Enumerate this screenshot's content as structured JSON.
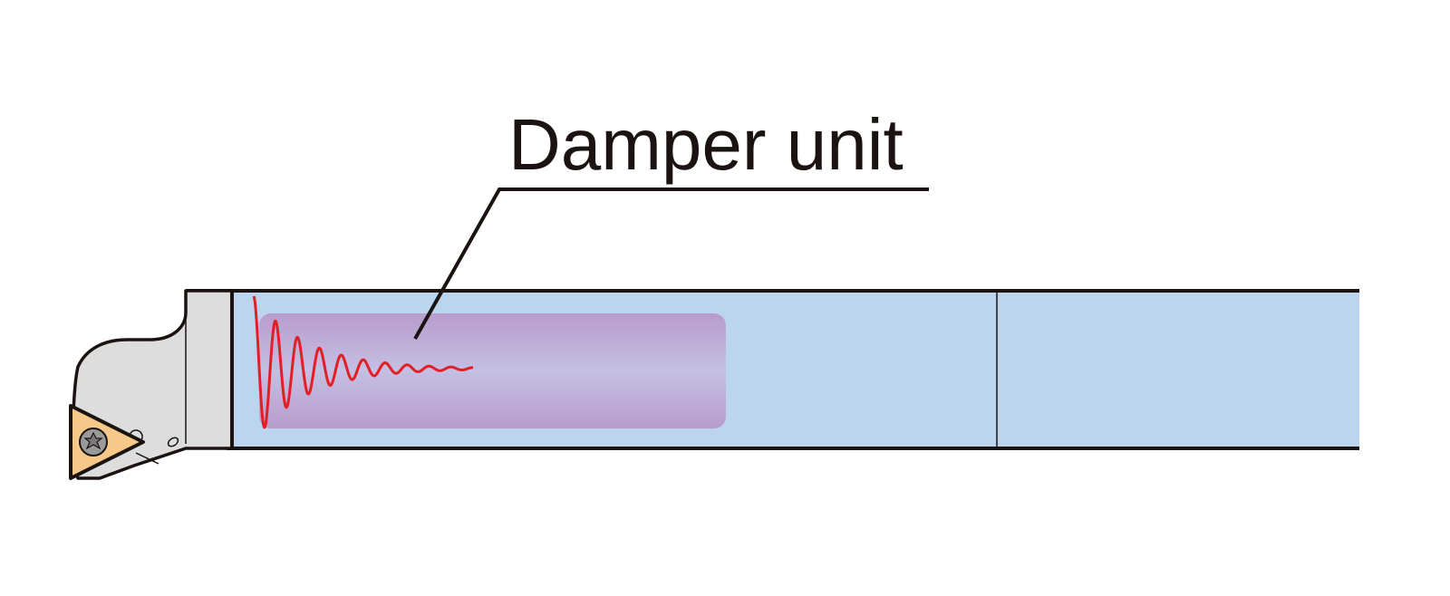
{
  "diagram": {
    "callout_label": "Damper unit",
    "components": [
      "boring-bar-shank",
      "damper-unit",
      "tool-head",
      "cutting-insert",
      "insert-clamp-screw",
      "vibration-waveform"
    ]
  },
  "colors": {
    "shank_fill": "#bcd5ee",
    "damper_fill": "#b99ccb",
    "head_fill": "#dddddd",
    "insert_fill": "#f6c98a",
    "waveform_stroke": "#e31e24",
    "outline": "#1a1311"
  }
}
